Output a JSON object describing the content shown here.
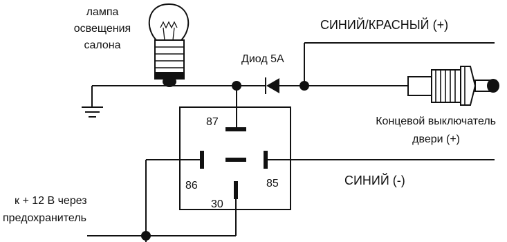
{
  "lamp": {
    "label_line1": "лампа",
    "label_line2": "освещения",
    "label_line3": "салона"
  },
  "diode": {
    "label": "Диод 5А"
  },
  "wires": {
    "blue_red": "СИНИЙ/КРАСНЫЙ (+)",
    "blue": "СИНИЙ (-)"
  },
  "door_switch": {
    "label_line1": "Концевой выключатель",
    "label_line2": "двери (+)"
  },
  "relay": {
    "pin_87": "87",
    "pin_86": "86",
    "pin_85": "85",
    "pin_30": "30"
  },
  "power": {
    "label_line1": "к + 12 В через",
    "label_line2": "предохранитель"
  },
  "colors": {
    "line": "#111111",
    "background": "#ffffff"
  }
}
